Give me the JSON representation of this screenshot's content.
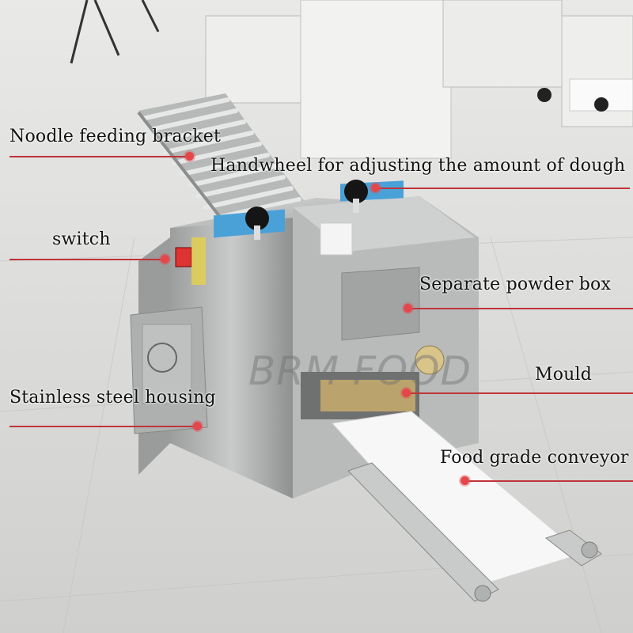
{
  "labels": {
    "noodle_feeding_bracket": "Noodle feeding bracket",
    "handwheel": "Handwheel for adjusting the amount of dough",
    "switch": "switch",
    "separate_powder_box": "Separate powder box",
    "mould": "Mould",
    "stainless_steel_housing": "Stainless steel housing",
    "food_grade_conveyor": "Food grade conveyor"
  },
  "watermark": "BRM FOOD",
  "colors": {
    "leader_line": "#c0343a",
    "callout_dot": "#e3474c",
    "floor": "#d8d8d6",
    "steel": "#a9abab"
  }
}
